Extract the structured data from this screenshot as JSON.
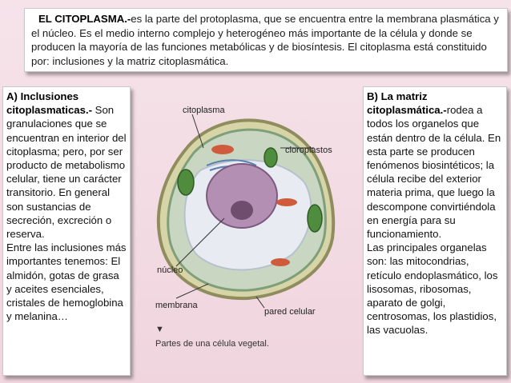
{
  "header": {
    "title_bold": "EL CITOPLASMA.-",
    "text": "es la parte del protoplasma, que se encuentra entre la membrana plasmática y el núcleo. Es el medio interno complejo y heterogéneo más importante de la célula y donde se producen la mayoría de las funciones metabólicas y de biosíntesis. El citoplasma está constituido por: inclusiones y la matriz citoplasmática."
  },
  "left_panel": {
    "title_bold": "A) Inclusiones citoplasmaticas.-",
    "text": " Son granulaciones que se encuentran en interior del citoplasma; pero, por ser producto de metabolismo celular, tiene un carácter transitorio. En general son sustancias de secreción, excreción o reserva.",
    "text2": "Entre las inclusiones más importantes tenemos: El almidón, gotas de grasa y aceites esenciales, cristales de hemoglobina y melanina…"
  },
  "right_panel": {
    "title_bold": "B) La matriz citoplasmática.-",
    "text": "rodea a todos los organelos que están dentro de la célula. En esta parte se producen fenómenos biosintéticos; la célula recibe del exterior materia prima, que luego la descompone convirtiéndola en energía para su funcionamiento.",
    "text2": "Las principales organelas son: las mitocondrias, retículo endoplasmático, los lisosomas, ribosomas, aparato de golgi, centrosomas, los plastidios, las vacuolas."
  },
  "diagram": {
    "labels": {
      "citoplasma": "citoplasma",
      "cloroplastos": "cloroplastos",
      "nucleo": "núcleo",
      "membrana": "membrana",
      "pared": "pared celular"
    },
    "caption_marker": "▼",
    "caption": "Partes de una célula vegetal."
  }
}
